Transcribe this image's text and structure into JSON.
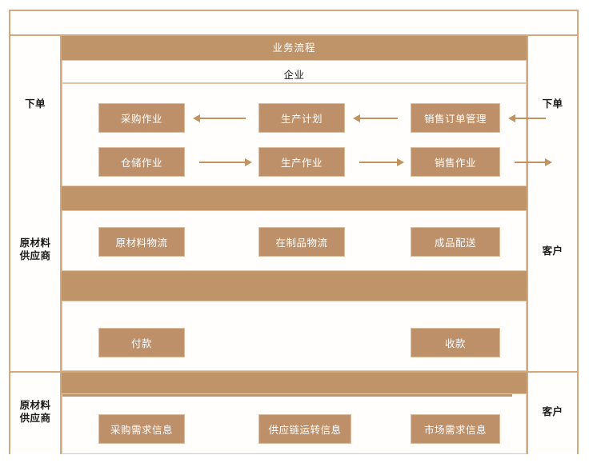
{
  "diagram": {
    "title": "业务流程",
    "enterprise_label": "企业",
    "left_column": {
      "order_label": "下单",
      "supplier_label": "原材料\n供应商",
      "supplier_line1": "原材料",
      "supplier_line2": "供应商",
      "bottom_supplier_line1": "原材料",
      "bottom_supplier_line2": "供应商"
    },
    "right_column": {
      "order_label": "下单",
      "customer_label": "客户",
      "bottom_customer_label": "客户"
    },
    "process_row_1": [
      {
        "label": "采购作业"
      },
      {
        "label": "生产计划"
      },
      {
        "label": "销售订单管理"
      }
    ],
    "process_row_2": [
      {
        "label": "仓储作业"
      },
      {
        "label": "生产作业"
      },
      {
        "label": "销售作业"
      }
    ],
    "logistics_row": [
      {
        "label": "原材料物流"
      },
      {
        "label": "在制品物流"
      },
      {
        "label": "成品配送"
      }
    ],
    "finance_row": [
      {
        "label": "付款"
      },
      {
        "label": "收款"
      }
    ],
    "information_row": [
      {
        "label": "采购需求信息"
      },
      {
        "label": "供应链运转信息"
      },
      {
        "label": "市场需求信息"
      }
    ],
    "colors": {
      "band": "#bf9468",
      "box_fill": "#bd9069",
      "box_border": "#ddbd9b",
      "frame_border": "#d3a87c",
      "arrow": "#c1935f",
      "lane_border": "#e3c6a6",
      "background": "#fffefd",
      "text_dark": "#1a1a1a",
      "text_light": "#ffffff"
    }
  }
}
